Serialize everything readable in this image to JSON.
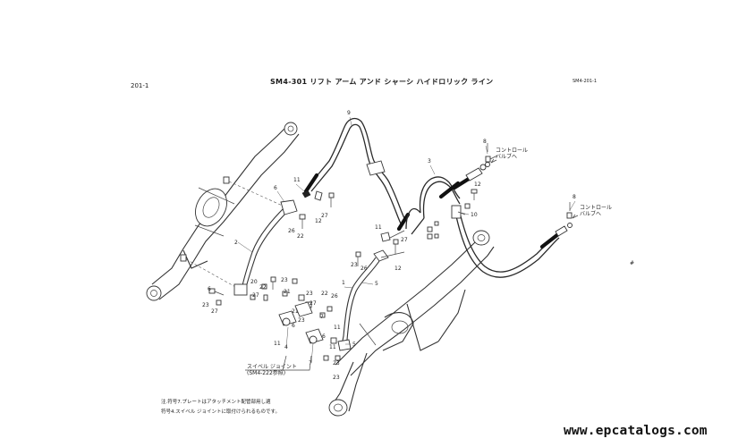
{
  "header": {
    "page_number": "201-1",
    "title": "SM4-301 リフト アーム アンド シャーシ ハイドロリック ライン",
    "ref": "SM4-201-1"
  },
  "notes": {
    "line1": "注.符号7.プレートはアタッチメント配管部用し適",
    "line2": "符号4.スイベル ジョイントに取付けられるものです。"
  },
  "labels": {
    "control_valve_upper": "コントロール\nバルブへ",
    "control_valve_lower": "コントロール\nバルブへ",
    "swivel_joint": "スイベル ジョイント\n(SM4-222参照)",
    "corner_mark": "#"
  },
  "callouts": {
    "c1": "9",
    "c2": "3",
    "c3": "8",
    "c4": "12",
    "c5": "8",
    "c6": "11",
    "c7": "6",
    "c8": "27",
    "c9": "12",
    "c10": "22",
    "c11": "26",
    "c12": "2",
    "c13": "10",
    "c14": "11",
    "c15": "12",
    "c16": "27",
    "c17": "23",
    "c18": "26",
    "c19": "5",
    "c20": "1",
    "c21": "23",
    "c22": "21",
    "c23": "22",
    "c24": "27",
    "c25": "20",
    "c26": "23",
    "c27": "22",
    "c28": "27",
    "c29": "26",
    "c30": "7",
    "c31": "11",
    "c32": "5",
    "c33": "6",
    "c34": "23",
    "c35": "27",
    "c36": "21",
    "c37": "23",
    "c38": "6",
    "c39": "11",
    "c40": "4",
    "c41": "6",
    "c42": "11",
    "c43": "23",
    "c44": "7",
    "c45": "23"
  },
  "watermark": "www.epcatalogs.com"
}
